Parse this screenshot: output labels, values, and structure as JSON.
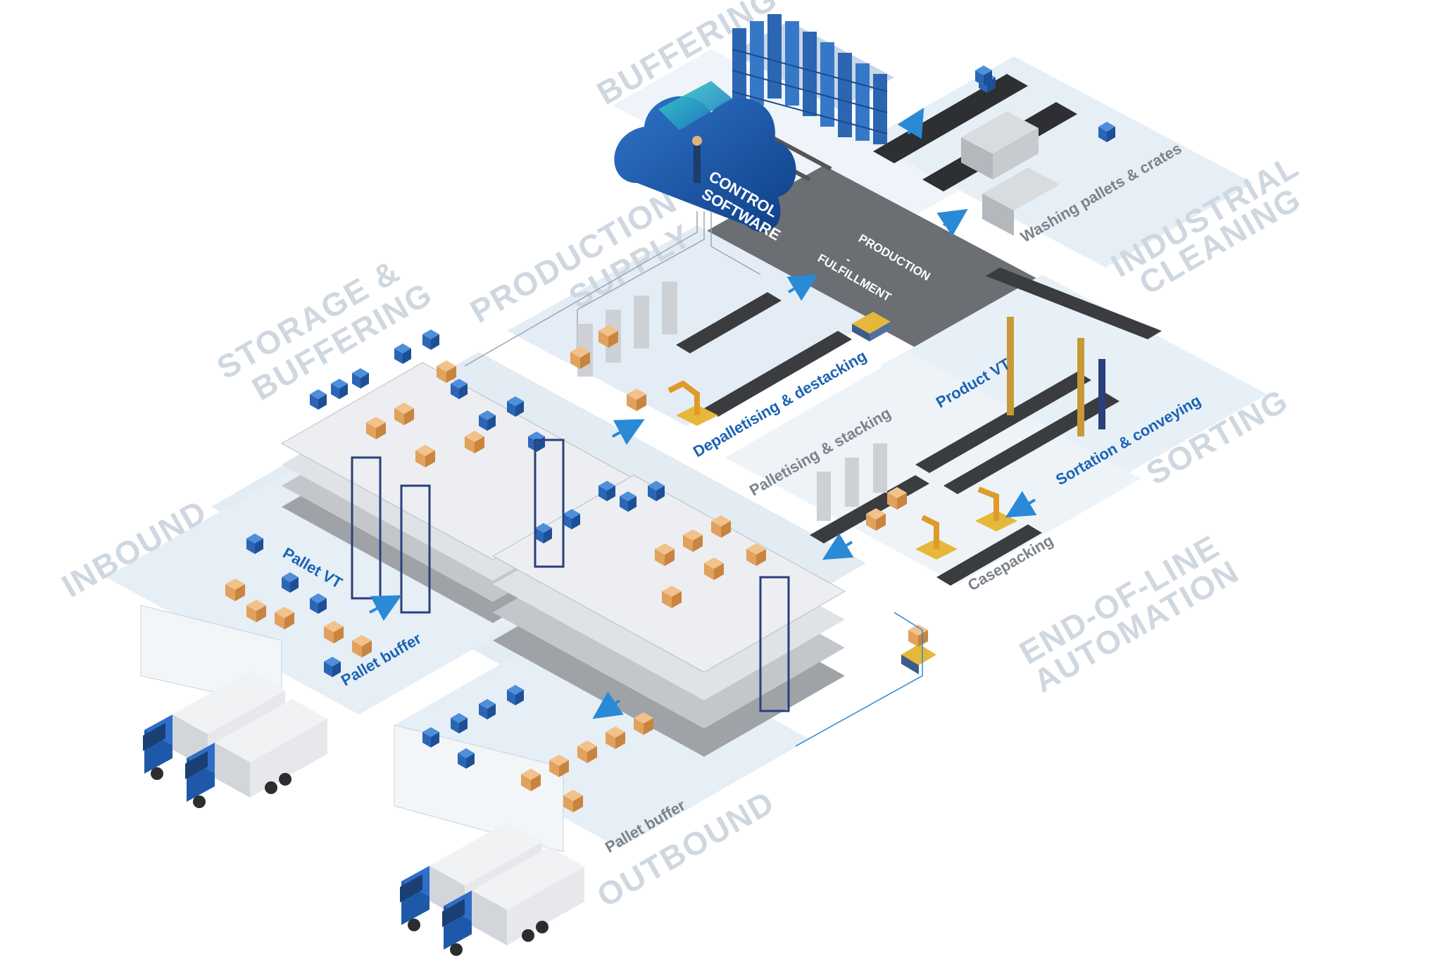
{
  "colors": {
    "floor": "#eaf1f8",
    "floor_alt": "#dde9f3",
    "dark_floor": "#6b6e73",
    "zone_text": "#cfd7e0",
    "label_blue": "#1a63b4",
    "label_grey": "#7c8289",
    "crate_blue": "#2f6fc0",
    "box_tan": "#e3a55e",
    "truck_cab": "#2e6ec8",
    "truck_box": "#dcdfe3",
    "arrow": "#2a8ad6"
  },
  "zones": {
    "buffering": "BUFFERING",
    "production_supply_1": "PRODUCTION",
    "production_supply_2": "SUPPLY",
    "storage_1": "STORAGE &",
    "storage_2": "BUFFERING",
    "industrial_cleaning_1": "INDUSTRIAL",
    "industrial_cleaning_2": "CLEANING",
    "sorting": "SORTING",
    "end_of_line_1": "END-OF-LINE",
    "end_of_line_2": "AUTOMATION",
    "inbound": "INBOUND",
    "outbound": "OUTBOUND"
  },
  "labels": {
    "control_software_1": "CONTROL",
    "control_software_2": "SOFTWARE",
    "production_1": "PRODUCTION",
    "production_2": "-",
    "production_3": "FULFILLMENT",
    "washing": "Washing pallets & crates",
    "depalletising": "Depalletising & destacking",
    "palletising": "Palletising & stacking",
    "product_vt": "Product VT",
    "sortation": "Sortation & conveying",
    "casepacking": "Casepacking",
    "pallet_vt": "Pallet VT",
    "pallet_buffer_inbound": "Pallet buffer",
    "pallet_buffer_outbound": "Pallet buffer"
  },
  "icons": {
    "cloud": "cloud-icon",
    "truck": "truck-icon",
    "robot_arm": "robot-arm-icon",
    "agv": "agv-icon",
    "arrow": "flow-arrow-icon"
  }
}
